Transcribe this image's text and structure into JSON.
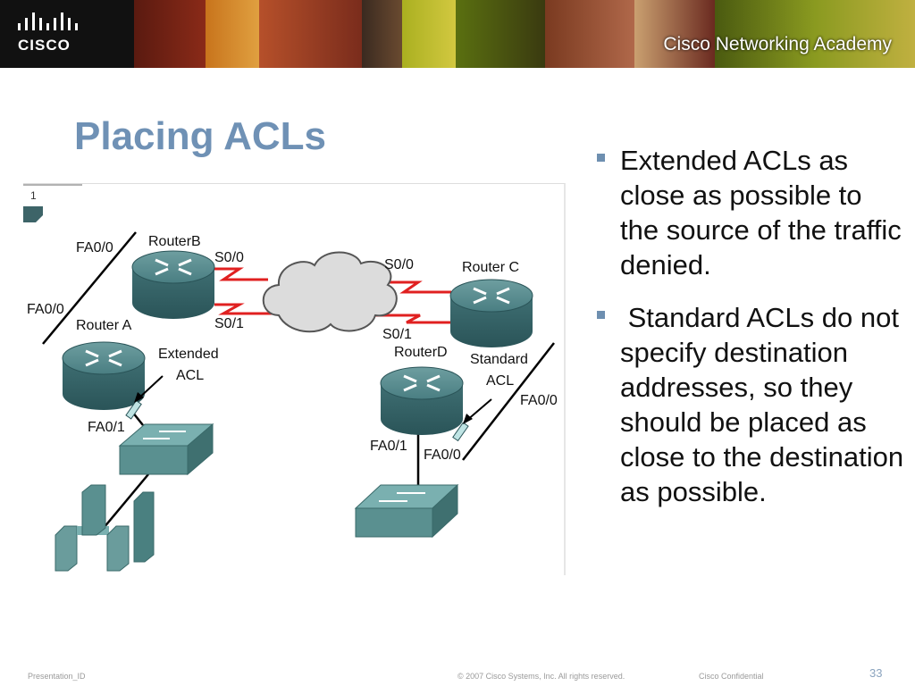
{
  "banner": {
    "logo_text": "CISCO",
    "academy_text": "Cisco Networking Academy"
  },
  "slide": {
    "title": "Placing ACLs",
    "page_number": "33"
  },
  "diagram": {
    "figure_number": "1",
    "labels": {
      "router_a": "Router A",
      "router_b": "RouterB",
      "router_c": "Router C",
      "router_d": "RouterD",
      "b_fa00": "FA0/0",
      "a_fa00": "FA0/0",
      "b_s00": "S0/0",
      "b_s01": "S0/1",
      "c_s00": "S0/0",
      "c_s01": "S0/1",
      "extended": "Extended",
      "extended_acl": "ACL",
      "a_fa01": "FA0/1",
      "standard": "Standard",
      "standard_acl": "ACL",
      "c_fa00": "FA0/0",
      "d_fa01": "FA0/1",
      "d_fa00": "FA0/0"
    }
  },
  "bullets": [
    "Extended ACLs as close as possible to the source of the traffic denied.",
    " Standard ACLs do not specify destination addresses, so they should be placed as close to the destination as possible."
  ],
  "footer": {
    "presentation_id": "Presentation_ID",
    "copyright": "© 2007 Cisco Systems, Inc. All rights reserved.",
    "confidential": "Cisco Confidential"
  }
}
